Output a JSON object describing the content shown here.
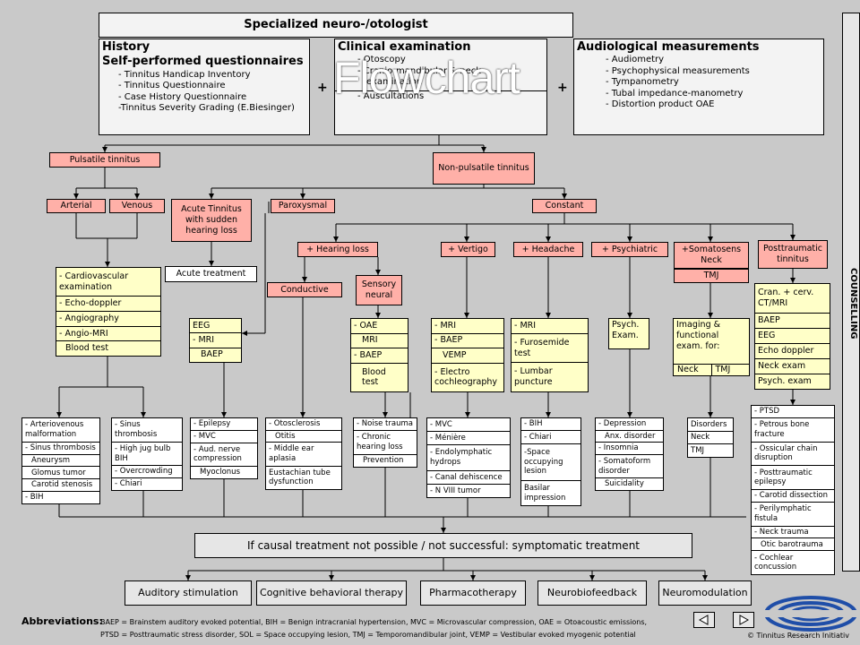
{
  "top": {
    "title": "Specialized neuro-/otologist",
    "history_title": "History",
    "history_subtitle": "Self-performed questionnaires",
    "history_items": [
      "- Tinnitus Handicap Inventory",
      "- Tinnitus Questionnaire",
      "- Case History Questionnaire",
      "-Tinnitus Severity Grading (E.Biesinger)"
    ],
    "clinical_title": "Clinical examination",
    "clinical_items": [
      "- Otoscopy",
      "- Cranio-mandibular & neck",
      "examination"
    ],
    "clinical_extra": "- Auscultations",
    "overlay": "Flowchart",
    "audio_title": "Audiological measurements",
    "audio_items": [
      "- Audiometry",
      "- Psychophysical measurements",
      "- Tympanometry",
      "- Tubal impedance-manometry",
      "- Distortion product OAE"
    ],
    "plus": "+"
  },
  "branches": {
    "pulsatile": "Pulsatile tinnitus",
    "non_pulsatile": "Non-pulsatile tinnitus",
    "arterial": "Arterial",
    "venous": "Venous",
    "acute": "Acute Tinnitus with sudden hearing loss",
    "paroxysmal": "Paroxysmal",
    "constant": "Constant",
    "acute_treatment": "Acute treatment",
    "hearing_loss": "+ Hearing loss",
    "vertigo": "+ Vertigo",
    "headache": "+ Headache",
    "psychiatric": "+ Psychiatric",
    "somatosens": "+Somatosens Neck",
    "tmj": "TMJ",
    "posttraumatic": "Posttraumatic tinnitus",
    "conductive": "Conductive",
    "sensory": "Sensory neural"
  },
  "exams": {
    "cardio": [
      "- Cardiovascular examination",
      "- Echo-doppler",
      "- Angiography",
      "- Angio-MRI",
      "Blood test"
    ],
    "eeg": [
      "EEG",
      "- MRI",
      "BAEP"
    ],
    "oae": [
      "- OAE",
      "MRI",
      "- BAEP",
      "Blood test"
    ],
    "vertigo": [
      "- MRI",
      "- BAEP",
      "VEMP",
      "- Electro cochleography"
    ],
    "headache": [
      "- MRI",
      "- Furosemide test",
      "- Lumbar puncture"
    ],
    "psych": [
      "Psych. Exam."
    ],
    "imaging": "Imaging & functional exam. for:",
    "imaging_cols": [
      "Neck",
      "TMJ"
    ],
    "posttrauma": [
      "Cran. + cerv. CT/MRI",
      "BAEP",
      "EEG",
      "Echo doppler",
      "Neck exam",
      "Psych. exam"
    ]
  },
  "diagnoses": {
    "arterial": [
      "- Arteriovenous malformation",
      "- Sinus thrombosis",
      "Aneurysm",
      "Glomus tumor",
      "Carotid stenosis",
      "- BIH"
    ],
    "venous": [
      "- Sinus thrombosis",
      "- High jug bulb BIH",
      "- Overcrowding",
      "- Chiari"
    ],
    "paroxysmal": [
      "- Epilepsy",
      "- MVC",
      "- Aud. nerve compression",
      "Myoclonus"
    ],
    "conductive": [
      "- Otosclerosis",
      "Otitis",
      "- Middle ear aplasia",
      "Eustachian tube dysfunction"
    ],
    "sensory": [
      "- Noise trauma",
      "- Chronic hearing loss",
      "Prevention"
    ],
    "vertigo": [
      "- MVC",
      "- Ménière",
      "- Endolymphatic hydrops",
      "- Canal dehiscence",
      "- N VIII tumor"
    ],
    "headache": [
      "- BIH",
      "- Chiari",
      "-Space occupying lesion",
      "Basilar impression"
    ],
    "psych": [
      "- Depression",
      "Anx. disorder",
      "- Insomnia",
      "- Somatoform disorder",
      "Suicidality"
    ],
    "somato": [
      "Disorders",
      "Neck",
      "TMJ"
    ],
    "posttrauma": [
      "- PTSD",
      "- Petrous bone fracture",
      "- Ossicular chain disruption",
      "- Posttraumatic epilepsy",
      "- Carotid dissection",
      "- Perilymphatic fistula",
      "- Neck trauma",
      "Otic barotrauma",
      "- Cochlear concussion"
    ]
  },
  "symptomatic": "If causal treatment not possible / not successful: symptomatic treatment",
  "treatments": [
    "Auditory stimulation",
    "Cognitive behavioral therapy",
    "Pharmacotherapy",
    "Neurobiofeedback",
    "Neuromodulation"
  ],
  "counselling": "COUNSELLING",
  "abbreviations": {
    "label": "Abbreviations:",
    "line1": "BAEP = Brainstem auditory evoked potential, BIH = Benign intracranial hypertension, MVC = Microvascular compression, OAE = Otoacoustic  emissions,",
    "line2": "PTSD = Posttraumatic stress disorder, SOL = Space occupying lesion, TMJ = Temporomandibular joint, VEMP = Vestibular evoked myogenic potential"
  },
  "footer": {
    "copyright": "© Tinnitus Research Initiativ"
  },
  "colors": {
    "red": "#ffb0a8",
    "yellow": "#ffffc8",
    "background": "#c9c9c9",
    "logo": "#1f4ea8"
  }
}
